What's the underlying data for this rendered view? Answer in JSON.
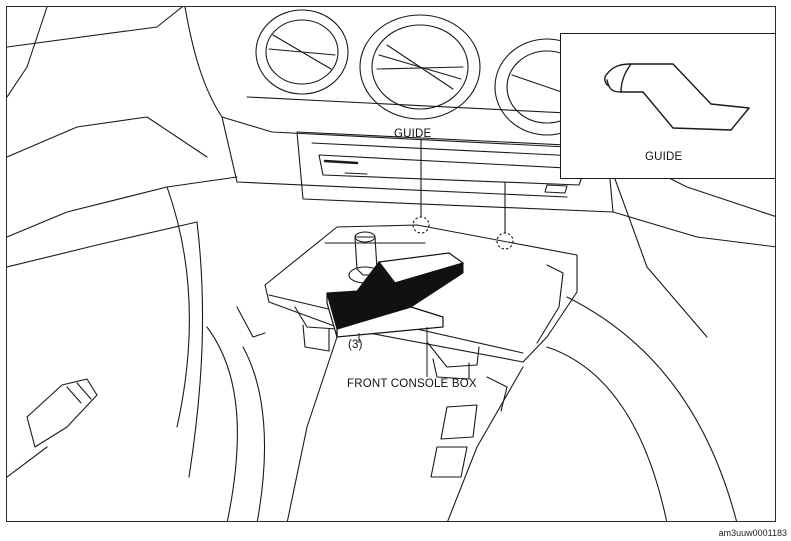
{
  "labels": {
    "guide_main": "GUIDE",
    "guide_inset": "GUIDE",
    "step_number": "(3)",
    "front_console_box": "FRONT CONSOLE BOX"
  },
  "reference_id": "am3uuw0001183",
  "colors": {
    "line": "#1a1a1a",
    "arrow_fill": "#111111",
    "background": "#ffffff"
  },
  "icons": {
    "removal_arrow": "arrow-down-left-3d",
    "guide_marker": "dashed-circle"
  }
}
